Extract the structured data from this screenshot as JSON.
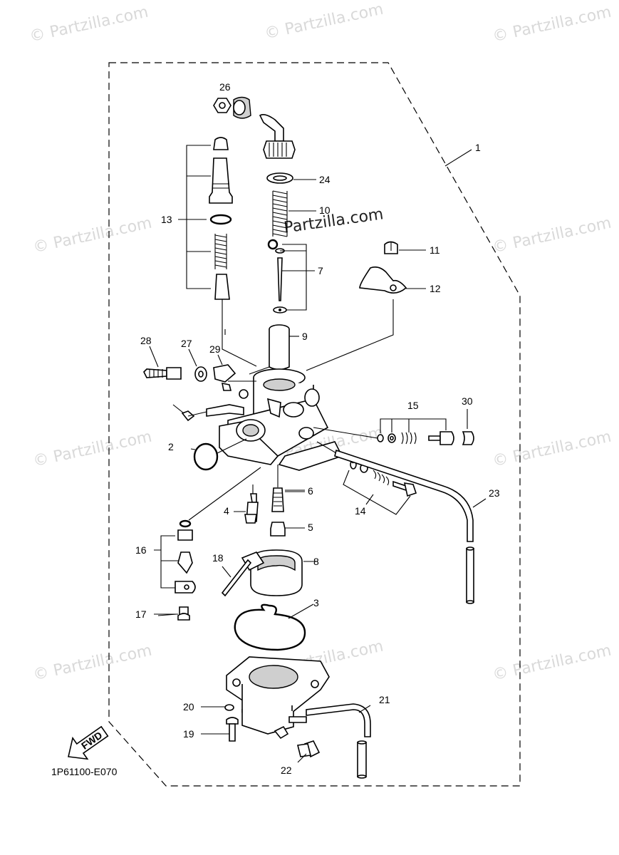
{
  "watermark": "© Partzilla.com",
  "center_watermark": "Partzilla.com",
  "diagram_code": "1P61100-E070",
  "fwd_label": "FWD",
  "callouts": {
    "c1": "1",
    "c2": "2",
    "c3": "3",
    "c4": "4",
    "c5": "5",
    "c6": "6",
    "c7": "7",
    "c8": "8",
    "c9": "9",
    "c10": "10",
    "c11": "11",
    "c12": "12",
    "c13": "13",
    "c14": "14",
    "c15": "15",
    "c16": "16",
    "c17": "17",
    "c18": "18",
    "c19": "19",
    "c20": "20",
    "c21": "21",
    "c22": "22",
    "c23": "23",
    "c24": "24",
    "c26": "26",
    "c27": "27",
    "c28": "28",
    "c29": "29",
    "c30": "30"
  }
}
